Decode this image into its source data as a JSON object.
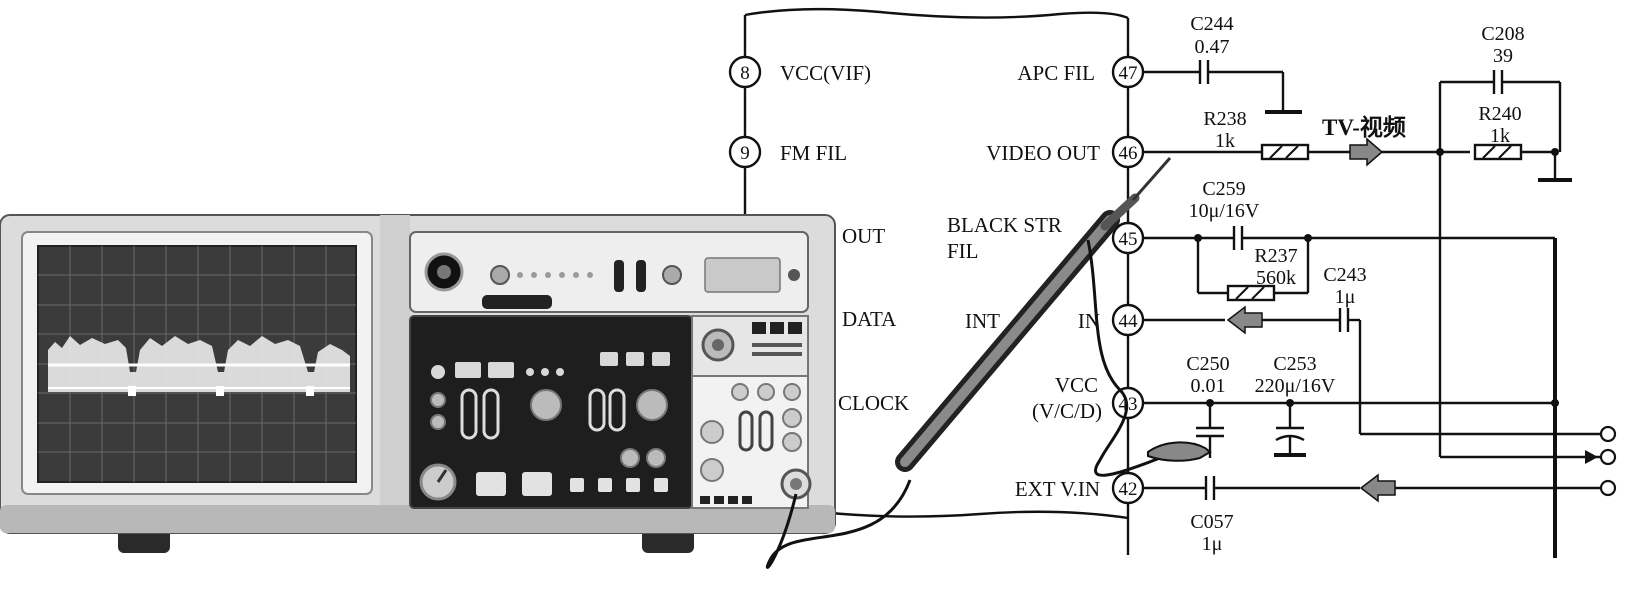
{
  "ic": {
    "left_pins": [
      {
        "num": "8",
        "label": "VCC(VIF)"
      },
      {
        "num": "9",
        "label": "FM FIL"
      }
    ],
    "right_pins": [
      {
        "num": "47",
        "label": "APC FIL"
      },
      {
        "num": "46",
        "label": "VIDEO OUT"
      },
      {
        "num": "45",
        "label_line1": "BLACK STR",
        "label_line2": "FIL"
      },
      {
        "num": "44",
        "label_left": "INT",
        "label_right": "IN"
      },
      {
        "num": "43",
        "label_line1": "VCC",
        "label_line2": "(V/C/D)"
      },
      {
        "num": "42",
        "label": "EXT V.IN"
      }
    ],
    "left_side_labels": [
      "OUT",
      "DATA",
      "CLOCK"
    ]
  },
  "components": {
    "c244": {
      "ref": "C244",
      "value": "0.47"
    },
    "c208": {
      "ref": "C208",
      "value": "39"
    },
    "r238": {
      "ref": "R238",
      "value": "1k"
    },
    "r240": {
      "ref": "R240",
      "value": "1k"
    },
    "c259": {
      "ref": "C259",
      "value": "10μ/16V"
    },
    "r237": {
      "ref": "R237",
      "value": "560k"
    },
    "c243": {
      "ref": "C243",
      "value": "1μ"
    },
    "c250": {
      "ref": "C250",
      "value": "0.01"
    },
    "c253": {
      "ref": "C253",
      "value": "220μ/16V"
    },
    "c057": {
      "ref": "C057",
      "value": "1μ"
    }
  },
  "signal_label": "TV-视频",
  "colors": {
    "ink": "#111111",
    "screen": "#3b3b3b",
    "panel_dark": "#1e1e1e",
    "case": "#e4e4e4"
  }
}
